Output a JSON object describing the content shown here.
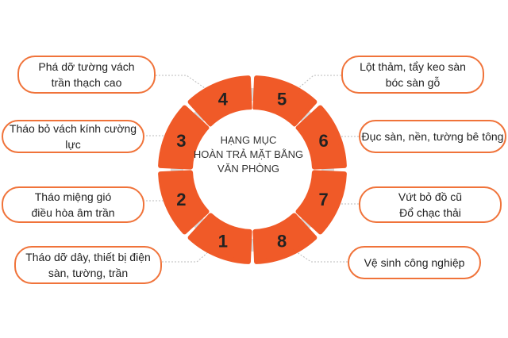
{
  "center": {
    "line1": "HẠNG MỤC",
    "line2": "HOÀN TRẢ MẶT BẰNG",
    "line3": "VĂN PHÒNG"
  },
  "segments": [
    {
      "number": "1",
      "label": "Tháo dỡ dây, thiết bị điện\nsàn, tường, trần"
    },
    {
      "number": "2",
      "label": "Tháo miệng gió\nđiều hòa âm trần"
    },
    {
      "number": "3",
      "label": "Tháo bỏ vách kính cường lực"
    },
    {
      "number": "4",
      "label": "Phá dỡ tường vách\ntrần thạch cao"
    },
    {
      "number": "5",
      "label": "Lột thảm, tẩy keo sàn\nbóc sàn gỗ"
    },
    {
      "number": "6",
      "label": "Đục sàn, nền, tường bê tông"
    },
    {
      "number": "7",
      "label": "Vứt bỏ đồ cũ\nĐổ chạc thải"
    },
    {
      "number": "8",
      "label": "Vệ sinh công nghiệp"
    }
  ],
  "colors": {
    "accent": "#f05a28",
    "ring": "#d9d9d9",
    "pill_border": "#f0733a",
    "connector": "#bbbbbb"
  }
}
